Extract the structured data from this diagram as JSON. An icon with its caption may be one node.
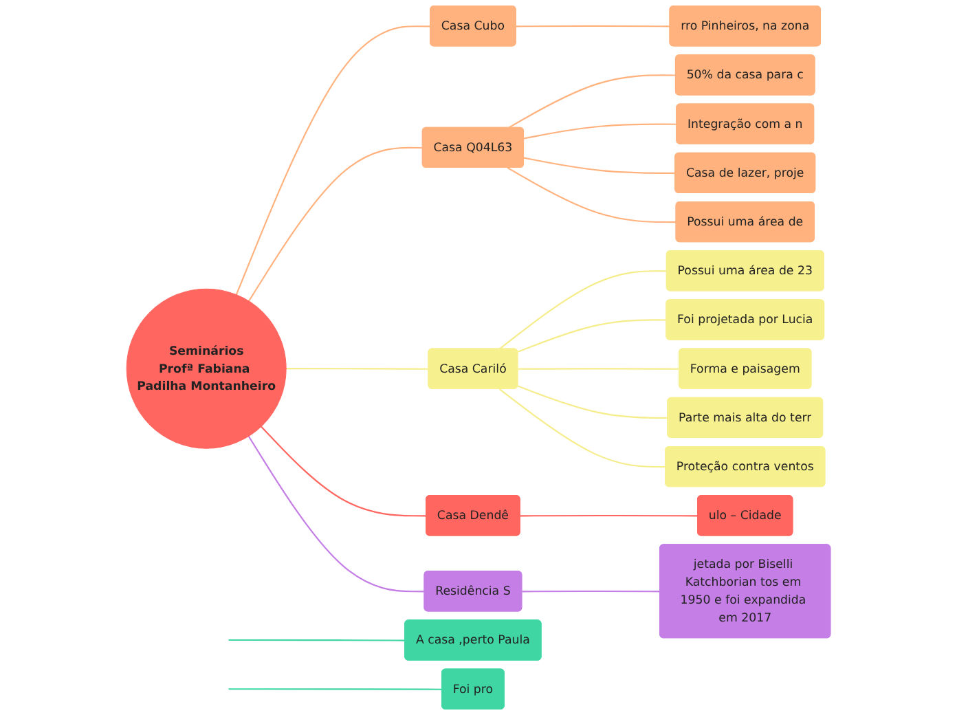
{
  "diagram": {
    "nodes": [
      {
        "text": [
          "Seminários",
          "Profª Fabiana Padilha Montanheiro"
        ]
      },
      {
        "text": [
          "Casa Cubo"
        ]
      },
      {
        "text": [
          "rro Pinheiros, na zona"
        ]
      },
      {
        "text": [
          "Casa Q04L63"
        ]
      },
      {
        "text": [
          "50% da casa para c"
        ]
      },
      {
        "text": [
          "Integração com a n"
        ]
      },
      {
        "text": [
          "Casa de lazer, proje"
        ]
      },
      {
        "text": [
          "Possui uma área de"
        ]
      },
      {
        "text": [
          "Casa Cariló"
        ]
      },
      {
        "text": [
          "Possui uma área de  23"
        ]
      },
      {
        "text": [
          "Foi projetada por Lucia"
        ]
      },
      {
        "text": [
          "Forma e paisagem"
        ]
      },
      {
        "text": [
          "Parte mais alta do terr"
        ]
      },
      {
        "text": [
          "Proteção contra ventos"
        ]
      },
      {
        "text": [
          "Casa Dendê"
        ]
      },
      {
        "text": [
          "ulo – Cidade"
        ]
      },
      {
        "text": [
          "Residência S"
        ]
      },
      {
        "text": [
          "jetada por Biselli Katchborian tos em 1950 e foi expandida em 2017"
        ]
      },
      {
        "text": [
          "A casa ,perto Paula"
        ]
      },
      {
        "text": [
          "Foi pro"
        ]
      }
    ],
    "edges": [
      {
        "from": 0,
        "to": 1,
        "arrow": "none",
        "color": "#ffb27e"
      },
      {
        "from": 1,
        "to": 2,
        "arrow": "none",
        "color": "#ffb27e"
      },
      {
        "from": 0,
        "to": 3,
        "arrow": "none",
        "color": "#ffb27e"
      },
      {
        "from": 3,
        "to": 4,
        "arrow": "none",
        "color": "#ffb27e"
      },
      {
        "from": 3,
        "to": 5,
        "arrow": "none",
        "color": "#ffb27e"
      },
      {
        "from": 3,
        "to": 6,
        "arrow": "none",
        "color": "#ffb27e"
      },
      {
        "from": 3,
        "to": 7,
        "arrow": "none",
        "color": "#ffb27e"
      },
      {
        "from": 0,
        "to": 8,
        "arrow": "none",
        "color": "#f5ec8a"
      },
      {
        "from": 8,
        "to": 9,
        "arrow": "none",
        "color": "#f5ec8a"
      },
      {
        "from": 8,
        "to": 10,
        "arrow": "none",
        "color": "#f5ec8a"
      },
      {
        "from": 8,
        "to": 11,
        "arrow": "none",
        "color": "#f5ec8a"
      },
      {
        "from": 8,
        "to": 12,
        "arrow": "none",
        "color": "#f5ec8a"
      },
      {
        "from": 8,
        "to": 13,
        "arrow": "none",
        "color": "#f5ec8a"
      },
      {
        "from": 0,
        "to": 14,
        "arrow": "none",
        "color": "#ff6660"
      },
      {
        "from": 14,
        "to": 15,
        "arrow": "none",
        "color": "#ff6660"
      },
      {
        "from": 0,
        "to": 16,
        "arrow": "none",
        "color": "#c47ee6"
      },
      {
        "from": 16,
        "to": 17,
        "arrow": "none",
        "color": "#c47ee6"
      },
      {
        "from": null,
        "to": 18,
        "arrow": "none",
        "color": "#3fd6a4"
      },
      {
        "from": null,
        "to": 19,
        "arrow": "none",
        "color": "#3fd6a4"
      }
    ]
  }
}
